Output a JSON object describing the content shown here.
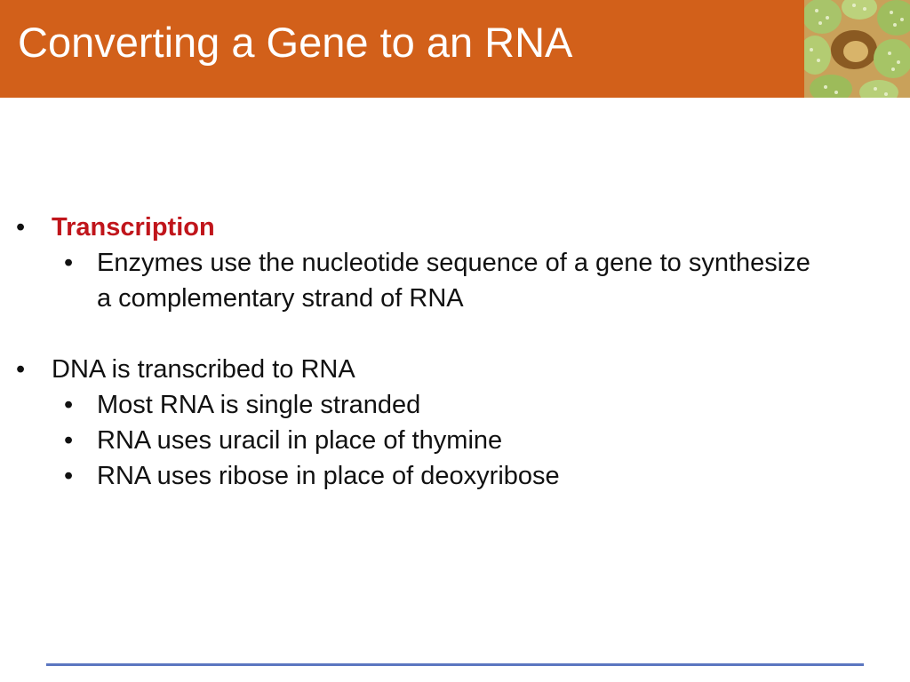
{
  "slide": {
    "title": "Converting a Gene to an RNA"
  },
  "content": {
    "bullet_symbol": "•",
    "section1": {
      "heading": "Transcription",
      "sub": [
        "Enzymes use the nucleotide sequence of a gene to synthesize a complementary strand of RNA"
      ]
    },
    "section2": {
      "heading": "DNA is transcribed to RNA",
      "sub": [
        "Most RNA is single stranded",
        "RNA uses uracil in place of thymine",
        "RNA uses ribose in place of deoxyribose"
      ]
    }
  },
  "colors": {
    "header": "#d2601a",
    "emphasis": "#c0151b",
    "rule": "#5b76c0"
  }
}
